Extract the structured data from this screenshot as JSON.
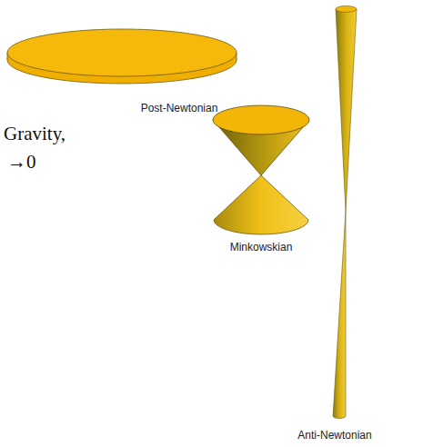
{
  "diagram": {
    "labels": [
      "Post-Newtonian",
      "Minkowskian",
      "Anti-Newtonian",
      "Gravity,",
      "→0"
    ]
  }
}
